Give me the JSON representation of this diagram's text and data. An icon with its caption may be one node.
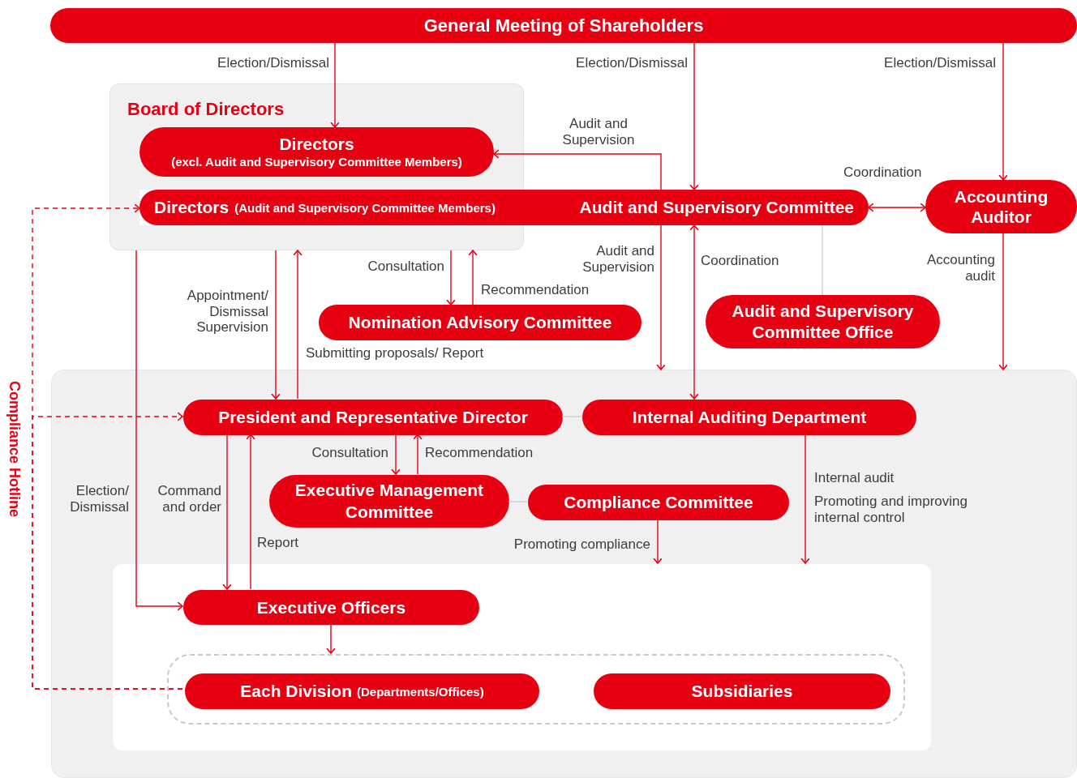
{
  "diagram": {
    "nodes": [
      {
        "text": [
          "General Meeting of Shareholders"
        ]
      },
      {
        "text": [
          "Board of Directors"
        ]
      },
      {
        "text": [
          "Directors",
          "(excl. Audit and Supervisory Committee Members)"
        ],
        "in": 1
      },
      {
        "text": [
          "Directors",
          "(Audit and Supervisory Committee Members)",
          "Audit and Supervisory Committee"
        ]
      },
      {
        "text": [
          "Accounting Auditor"
        ]
      },
      {
        "text": [
          "Nomination Advisory Committee"
        ]
      },
      {
        "text": [
          "Audit and Supervisory Committee Office"
        ]
      },
      {
        "text": [],
        "shape": "box"
      },
      {
        "text": [
          "President and Representative Director"
        ],
        "in": 7
      },
      {
        "text": [
          "Internal Auditing Department"
        ],
        "in": 7
      },
      {
        "text": [
          "Executive Management Committee"
        ],
        "in": 7
      },
      {
        "text": [
          "Compliance Committee"
        ],
        "in": 7
      },
      {
        "text": [],
        "shape": "box",
        "in": 7
      },
      {
        "text": [
          "Executive Officers"
        ],
        "in": 12
      },
      {
        "text": [],
        "shape": "box",
        "in": 12
      },
      {
        "text": [
          "Each Division",
          "(Departments/Offices)"
        ],
        "in": 14
      },
      {
        "text": [
          "Subsidiaries"
        ],
        "in": 14
      }
    ],
    "edges": [
      {
        "from": 0,
        "to": 2,
        "arrow": "to",
        "label": "Election/Dismissal"
      },
      {
        "from": 0,
        "to": 3,
        "arrow": "to",
        "label": "Election/Dismissal"
      },
      {
        "from": 0,
        "to": 4,
        "arrow": "to",
        "label": "Election/Dismissal"
      },
      {
        "from": 3,
        "to": 2,
        "arrow": "to",
        "label": "Audit and Supervision"
      },
      {
        "from": 3,
        "to": 7,
        "arrow": "to",
        "label": "Audit and Supervision"
      },
      {
        "from": 3,
        "to": 4,
        "arrow": "both",
        "label": "Coordination"
      },
      {
        "from": 4,
        "to": 7,
        "arrow": "to",
        "label": "Accounting audit"
      },
      {
        "from": 3,
        "to": 9,
        "arrow": "both",
        "label": "Coordination"
      },
      {
        "from": 3,
        "to": 6,
        "arrow": "none",
        "color": "#cccccc"
      },
      {
        "from": 1,
        "to": 8,
        "arrow": "to",
        "label": "Appointment/ Dismissal Supervision"
      },
      {
        "from": 8,
        "to": 1,
        "arrow": "to",
        "label": "Submitting proposals/ Report"
      },
      {
        "from": 1,
        "to": 13,
        "arrow": "to",
        "label": "Election/ Dismissal"
      },
      {
        "from": 1,
        "to": 5,
        "arrow": "to",
        "label": "Consultation"
      },
      {
        "from": 5,
        "to": 1,
        "arrow": "to",
        "label": "Recommendation"
      },
      {
        "from": 8,
        "to": 10,
        "arrow": "to",
        "label": "Consultation"
      },
      {
        "from": 10,
        "to": 8,
        "arrow": "to",
        "label": "Recommendation"
      },
      {
        "from": 8,
        "to": 13,
        "arrow": "to",
        "label": "Command and order"
      },
      {
        "from": 13,
        "to": 8,
        "arrow": "to",
        "label": "Report"
      },
      {
        "from": 8,
        "to": 9,
        "arrow": "none",
        "color": "#cccccc"
      },
      {
        "from": 10,
        "to": 11,
        "arrow": "none",
        "color": "#cccccc"
      },
      {
        "from": 11,
        "to": 12,
        "arrow": "to",
        "label": "Promoting compliance"
      },
      {
        "from": 9,
        "to": 12,
        "arrow": "to",
        "label": "Internal audit"
      },
      {
        "from": 13,
        "to": 14,
        "arrow": "to"
      },
      {
        "from": 15,
        "to": 3,
        "arrow": "to",
        "style": "dashed",
        "label": "Compliance Hotline"
      },
      {
        "from": 15,
        "to": 8,
        "arrow": "to",
        "style": "dashed"
      }
    ],
    "labels": [
      "Promoting and improving internal control"
    ]
  }
}
